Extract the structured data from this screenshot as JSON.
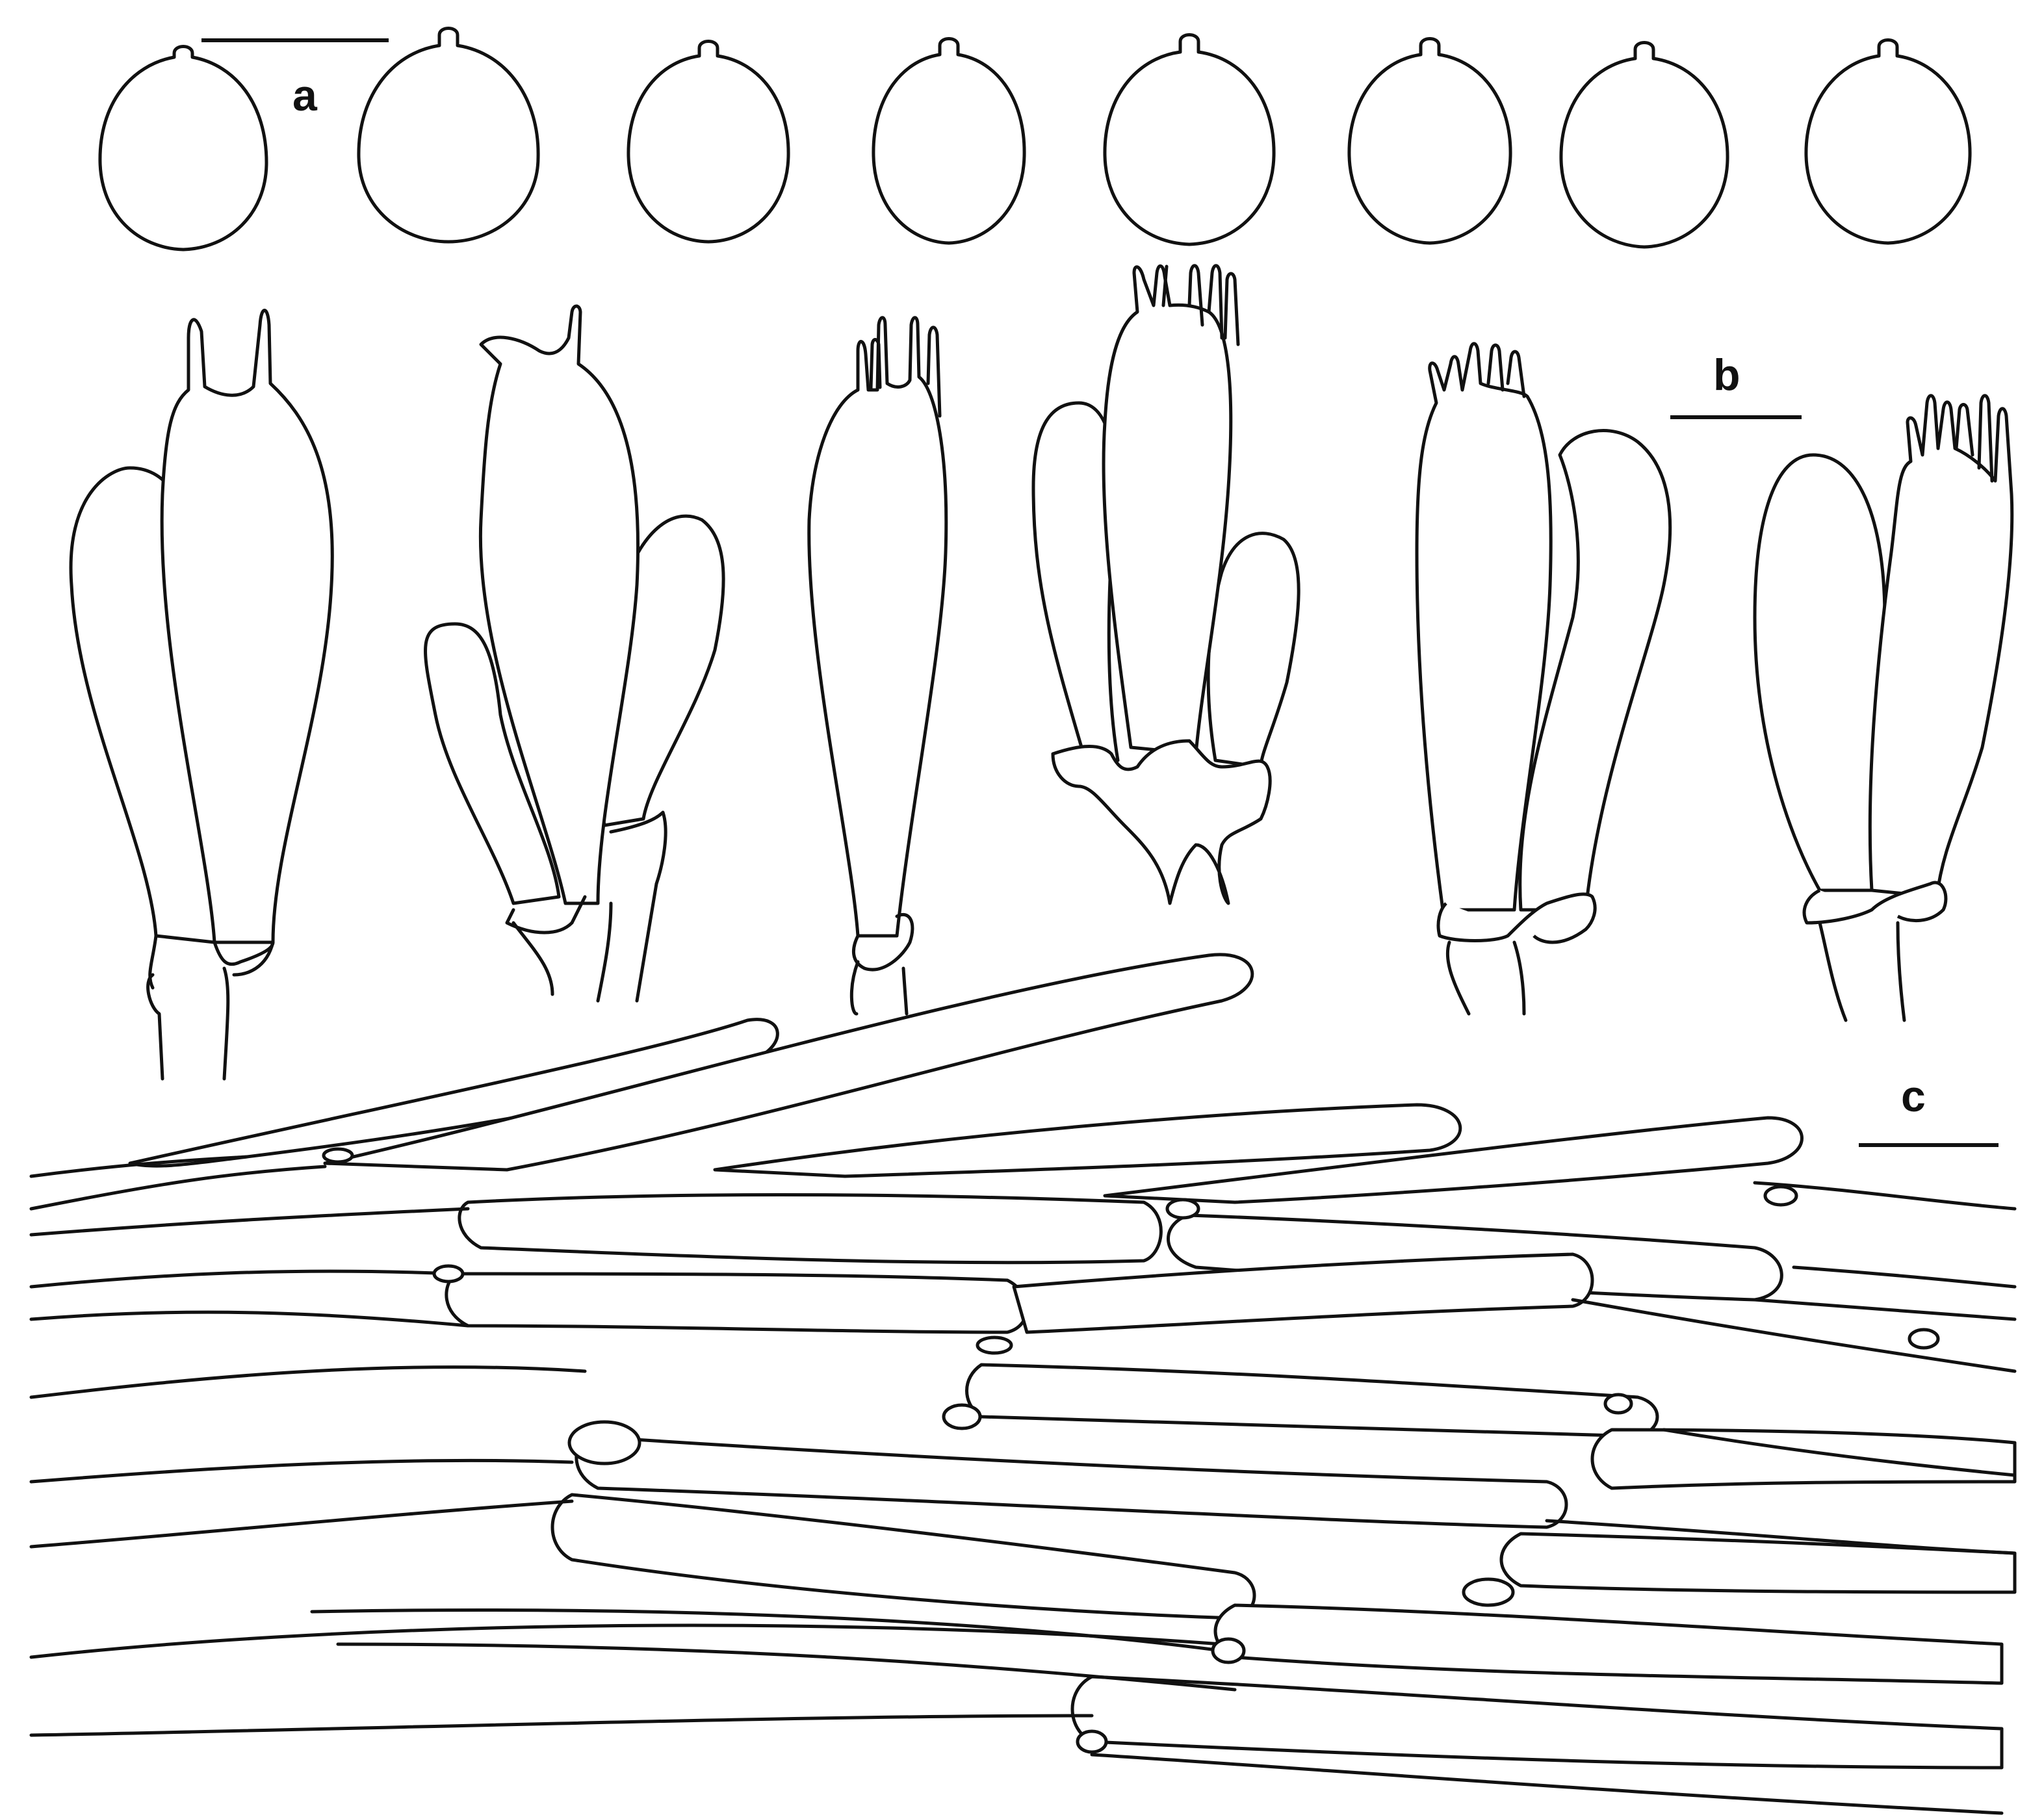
{
  "panels": {
    "a": {
      "label": "a",
      "part": "spores"
    },
    "b": {
      "label": "b",
      "part": "basidia"
    },
    "c": {
      "label": "c",
      "part": "hyphae"
    }
  },
  "colors": {
    "line": "#111111",
    "background": "#ffffff"
  }
}
